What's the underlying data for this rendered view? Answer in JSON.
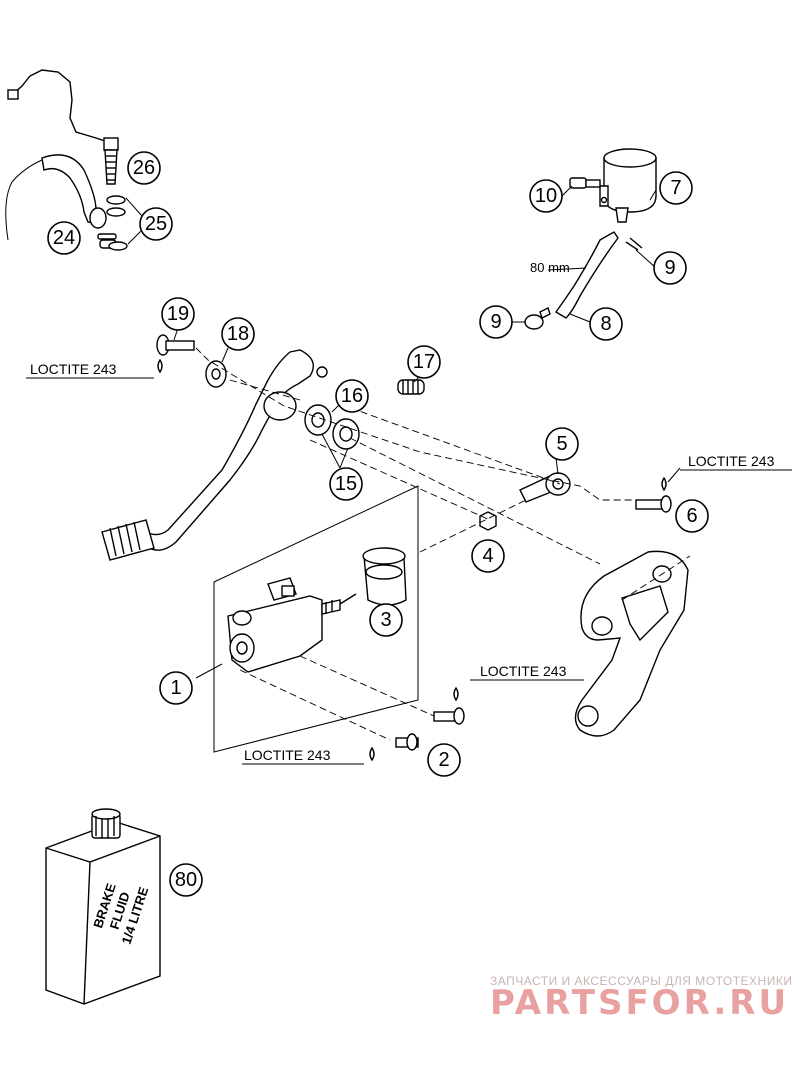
{
  "callouts": {
    "c1": "1",
    "c2": "2",
    "c3": "3",
    "c4": "4",
    "c5": "5",
    "c6": "6",
    "c7": "7",
    "c8": "8",
    "c9a": "9",
    "c9b": "9",
    "c10": "10",
    "c15": "15",
    "c16": "16",
    "c17": "17",
    "c18": "18",
    "c19": "19",
    "c24": "24",
    "c25": "25",
    "c26": "26",
    "c80": "80"
  },
  "loctite": {
    "l1": "LOCTITE 243",
    "l2": "LOCTITE 243",
    "l3": "LOCTITE 243",
    "l4": "LOCTITE 243"
  },
  "hose_length": "80 mm",
  "fluid_can": {
    "line1": "BRAKE",
    "line2": "FLUID",
    "line3": "1/4 LITRE"
  },
  "watermark": {
    "tagline": "ЗАПЧАСТИ И АКСЕССУАРЫ ДЛЯ МОТОТЕХНИКИ",
    "brand": "PARTSFOR.RU"
  }
}
